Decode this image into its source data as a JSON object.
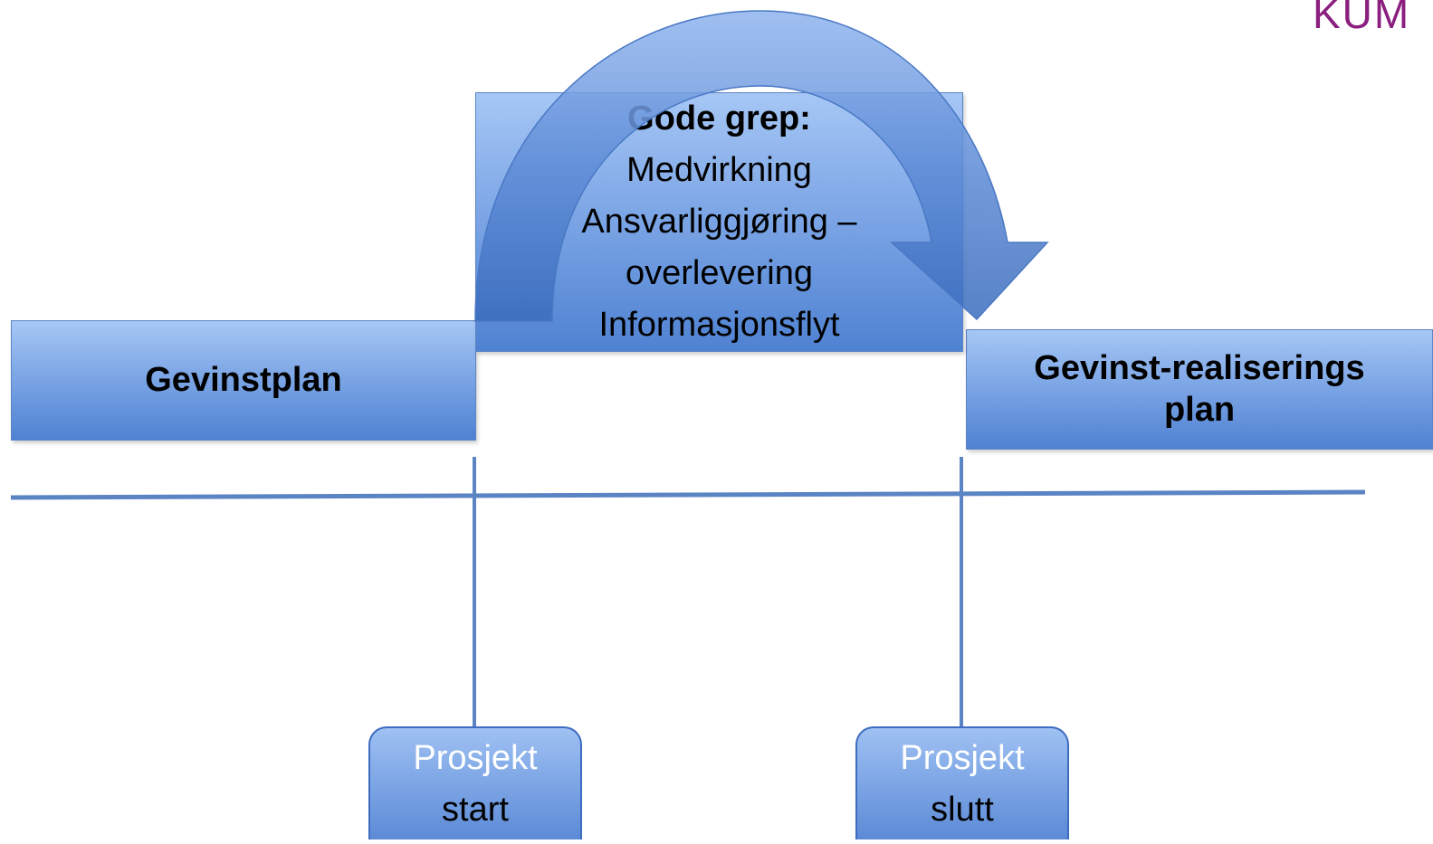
{
  "boxes": {
    "plan": {
      "label": "Gevinstplan"
    },
    "realization": {
      "label_line1": "Gevinst-realiserings",
      "label_line2": "plan"
    },
    "good_practices": {
      "heading": "Gode grep:",
      "lines": [
        "Medvirkning",
        "Ansvarliggjøring –",
        "overlevering",
        "Informasjonsflyt"
      ]
    }
  },
  "milestones": {
    "start": {
      "line1": "Prosjekt",
      "line2": "start"
    },
    "end": {
      "line1": "Prosjekt",
      "line2": "slutt"
    }
  },
  "logo": {
    "text": "KUM"
  },
  "colors": {
    "box_light": "#a6c7f5",
    "box_dark": "#4f82d2",
    "timeline": "#5b84c4",
    "logo": "#8a1f7f"
  }
}
